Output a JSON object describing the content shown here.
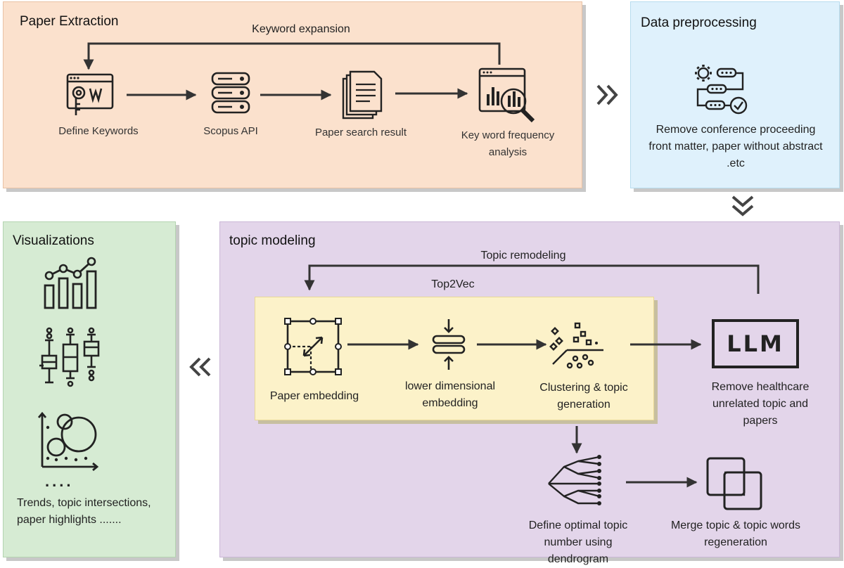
{
  "paper_extraction": {
    "title": "Paper Extraction",
    "loop_label": "Keyword expansion",
    "steps": [
      {
        "label": "Define Keywords",
        "icon": "browser-key-icon"
      },
      {
        "label": "Scopus API",
        "icon": "database-icon"
      },
      {
        "label": "Paper search result",
        "icon": "documents-icon"
      },
      {
        "label": "Key word frequency analysis",
        "icon": "chart-magnifier-icon"
      }
    ]
  },
  "data_preprocessing": {
    "title": "Data preprocessing",
    "description": "Remove conference proceeding front matter, paper without abstract .etc",
    "icon": "gear-workflow-icon"
  },
  "topic_modeling": {
    "title": "topic modeling",
    "loop_label": "Topic remodeling",
    "top2vec": {
      "title": "Top2Vec",
      "steps": [
        {
          "label": "Paper embedding",
          "icon": "embedding-box-icon"
        },
        {
          "label": "lower dimensional embedding",
          "icon": "compress-icon"
        },
        {
          "label": "Clustering & topic generation",
          "icon": "scatter-cluster-icon"
        }
      ]
    },
    "llm": {
      "label": "LLM",
      "description": "Remove healthcare unrelated topic and papers"
    },
    "dendrogram": {
      "label": "Define optimal topic number using dendrogram",
      "icon": "dendrogram-icon"
    },
    "merge": {
      "label": "Merge topic & topic words regeneration",
      "icon": "merge-squares-icon"
    }
  },
  "visualizations": {
    "title": "Visualizations",
    "icons": [
      "bar-line-chart-icon",
      "boxplot-icon",
      "bubble-chart-icon"
    ],
    "ellipsis": "....",
    "description": "Trends, topic intersections, paper highlights ......."
  },
  "colors": {
    "extraction_bg": "#fbe1cd",
    "preprocessing_bg": "#dff1fc",
    "topic_bg": "#e3d5ea",
    "visualization_bg": "#d6ebd3",
    "top2vec_bg": "#fcf2c9",
    "line": "#333333"
  }
}
